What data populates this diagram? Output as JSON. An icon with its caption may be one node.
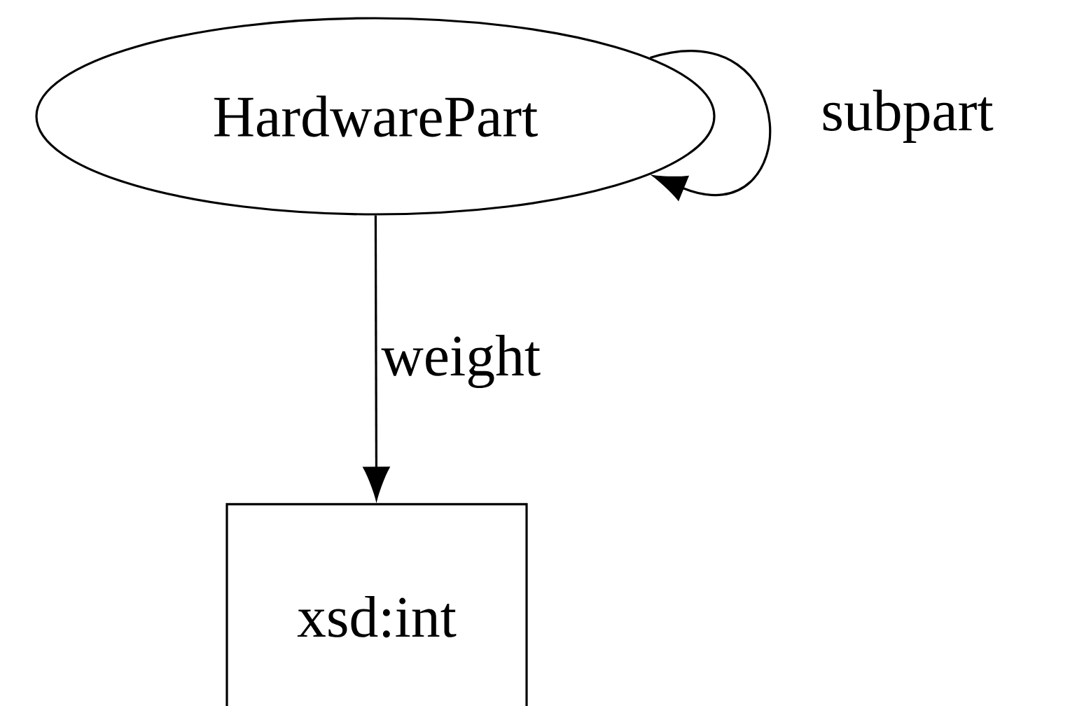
{
  "diagram": {
    "nodes": [
      {
        "text": [
          "HardwarePart"
        ]
      },
      {
        "text": [
          "xsd:int"
        ]
      }
    ],
    "edges": [
      {
        "from": 0,
        "to": 0,
        "arrow": "to",
        "label": "subpart"
      },
      {
        "from": 0,
        "to": 1,
        "arrow": "to",
        "label": "weight"
      }
    ]
  }
}
